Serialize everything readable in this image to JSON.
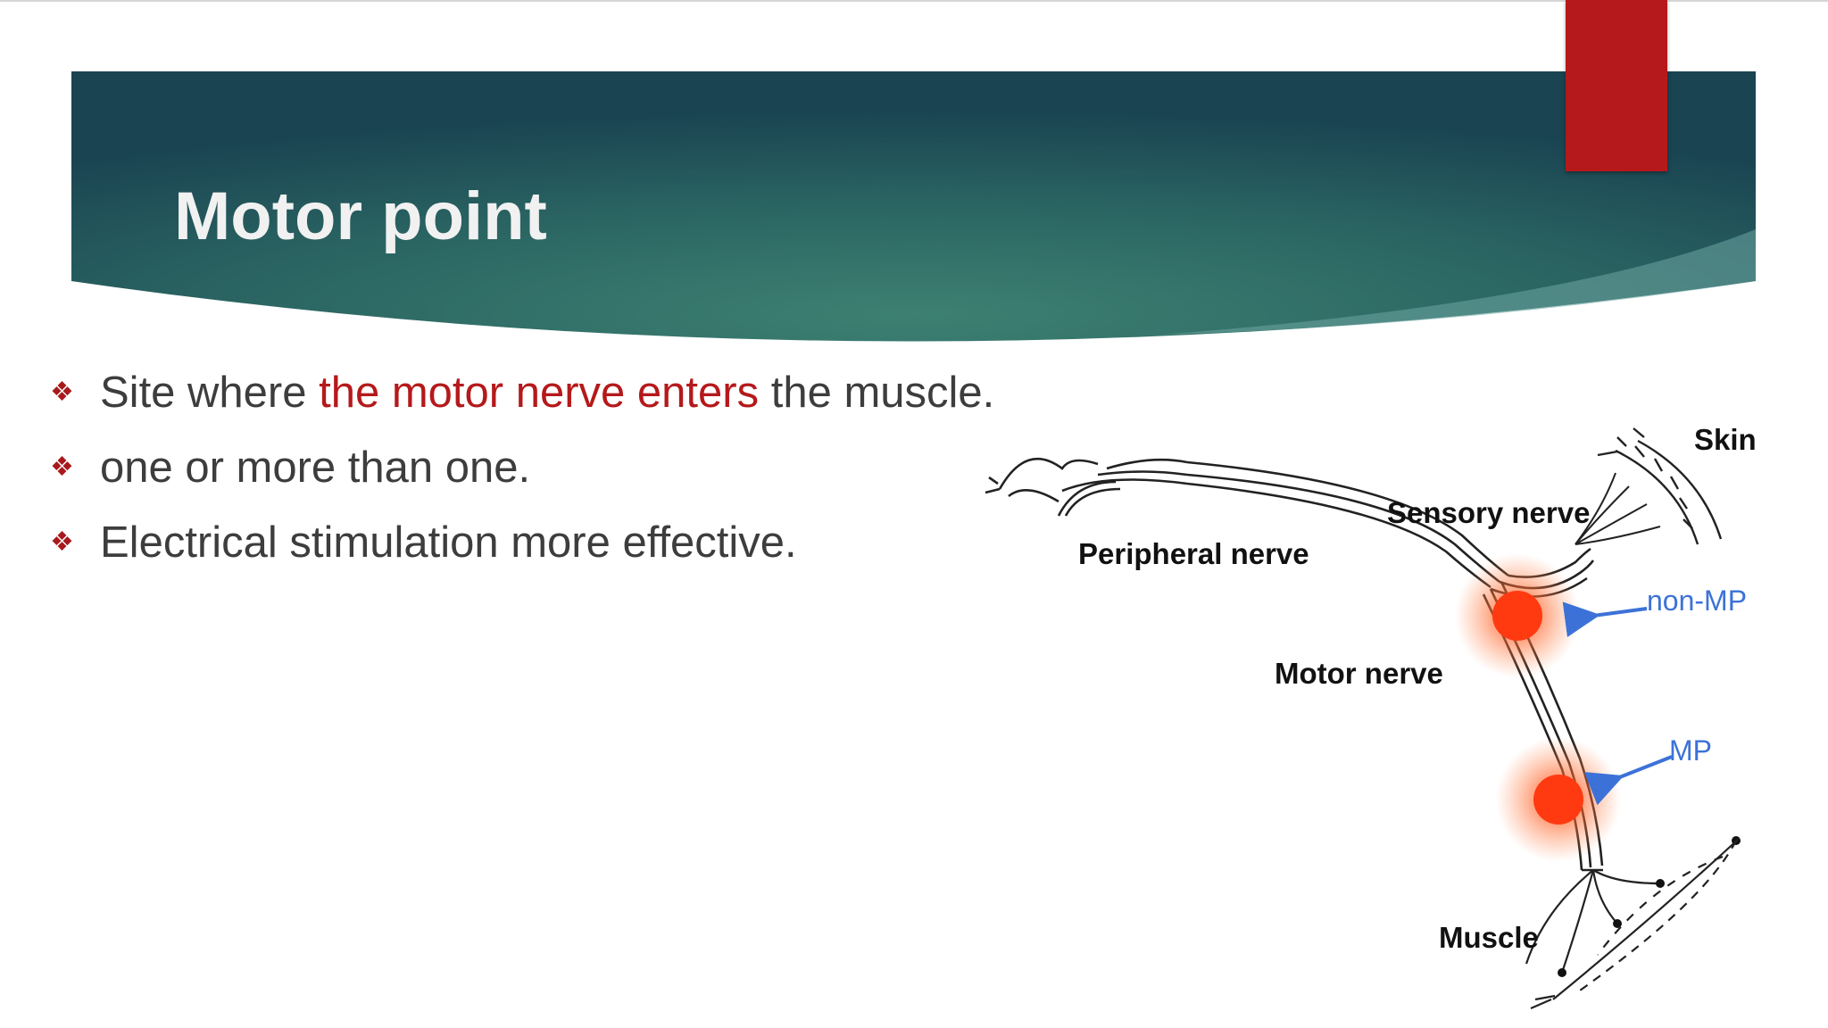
{
  "slide": {
    "title": "Motor point",
    "colors": {
      "header_dark": "#1c4a55",
      "header_light": "#3a7d70",
      "accent_red": "#b5191b",
      "body_text": "#3d3d3d",
      "annotation_blue": "#3c72d8",
      "stimulation_dot": "#ff3a10"
    }
  },
  "bullets": [
    {
      "icon": "diamond-cluster-icon",
      "before": "Site where ",
      "highlight": "the motor nerve enters",
      "after": " the muscle."
    },
    {
      "icon": "diamond-cluster-icon",
      "before": "one or more than one.",
      "highlight": "",
      "after": ""
    },
    {
      "icon": "diamond-cluster-icon",
      "before": "Electrical stimulation more effective.",
      "highlight": "",
      "after": ""
    }
  ],
  "diagram": {
    "labels": {
      "skin": "Skin",
      "sensory_nerve": "Sensory nerve",
      "peripheral_nerve": "Peripheral nerve",
      "motor_nerve": "Motor nerve",
      "muscle": "Muscle",
      "non_mp": "non-MP",
      "mp": "MP"
    }
  }
}
